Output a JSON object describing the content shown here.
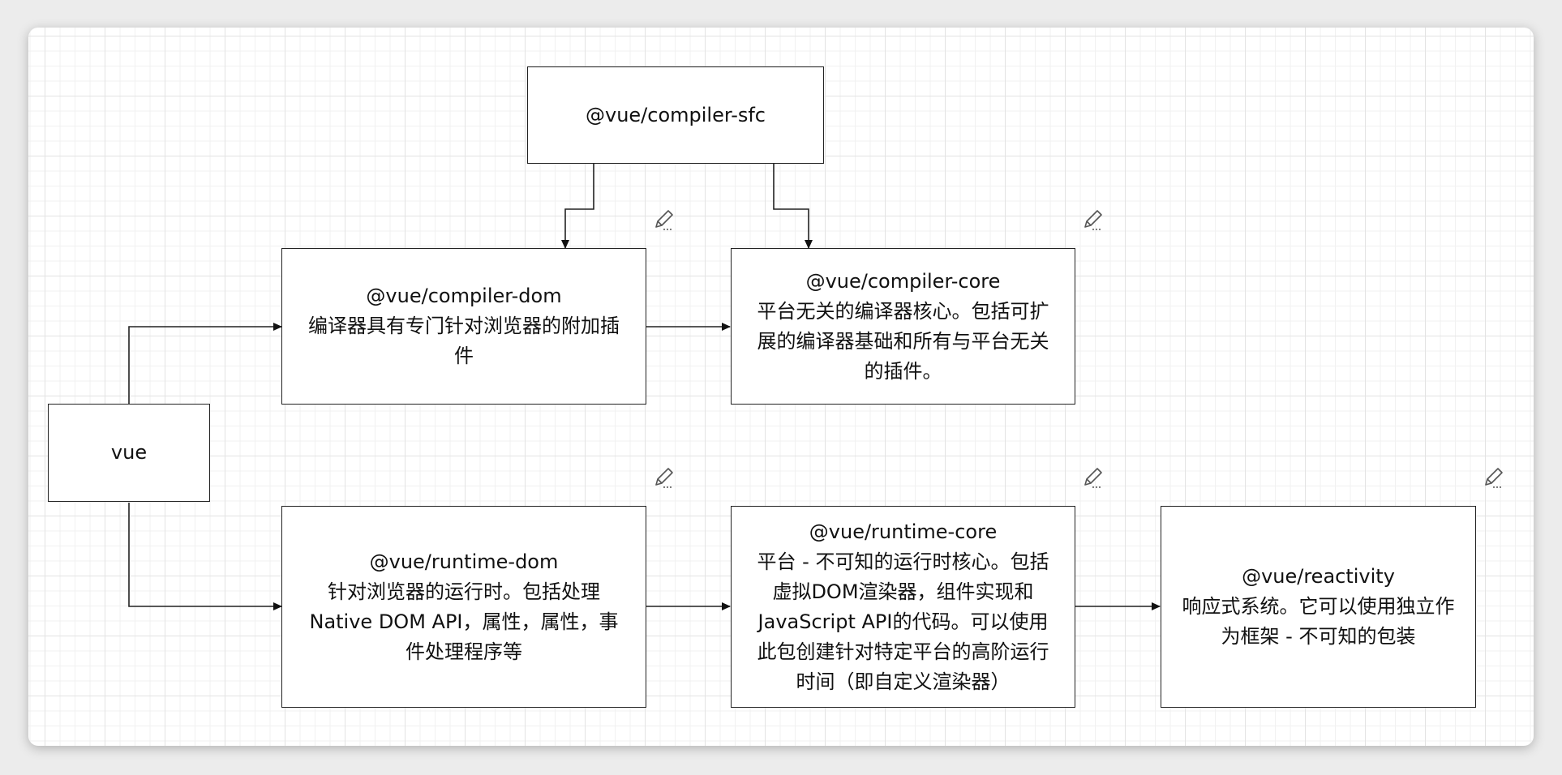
{
  "nodes": {
    "compiler_sfc": {
      "title": "@vue/compiler-sfc",
      "desc": ""
    },
    "compiler_dom": {
      "title": "@vue/compiler-dom",
      "desc": "编译器具有专门针对浏览器的附加插\n件"
    },
    "compiler_core": {
      "title": "@vue/compiler-core",
      "desc": "平台无关的编译器核心。包括可扩\n展的编译器基础和所有与平台无关\n的插件。"
    },
    "vue": {
      "title": "vue",
      "desc": ""
    },
    "runtime_dom": {
      "title": "@vue/runtime-dom",
      "desc": "针对浏览器的运行时。包括处理\nNative DOM API，属性，属性，事\n件处理程序等"
    },
    "runtime_core": {
      "title": "@vue/runtime-core",
      "desc": "平台 - 不可知的运行时核心。包括\n虚拟DOM渲染器，组件实现和\nJavaScript API的代码。可以使用\n此包创建针对特定平台的高阶运行\n时间（即自定义渲染器）"
    },
    "reactivity": {
      "title": "@vue/reactivity",
      "desc": "响应式系统。它可以使用独立作\n为框架 - 不可知的包装"
    }
  },
  "icons": {
    "edit": "pencil-edit-icon"
  }
}
